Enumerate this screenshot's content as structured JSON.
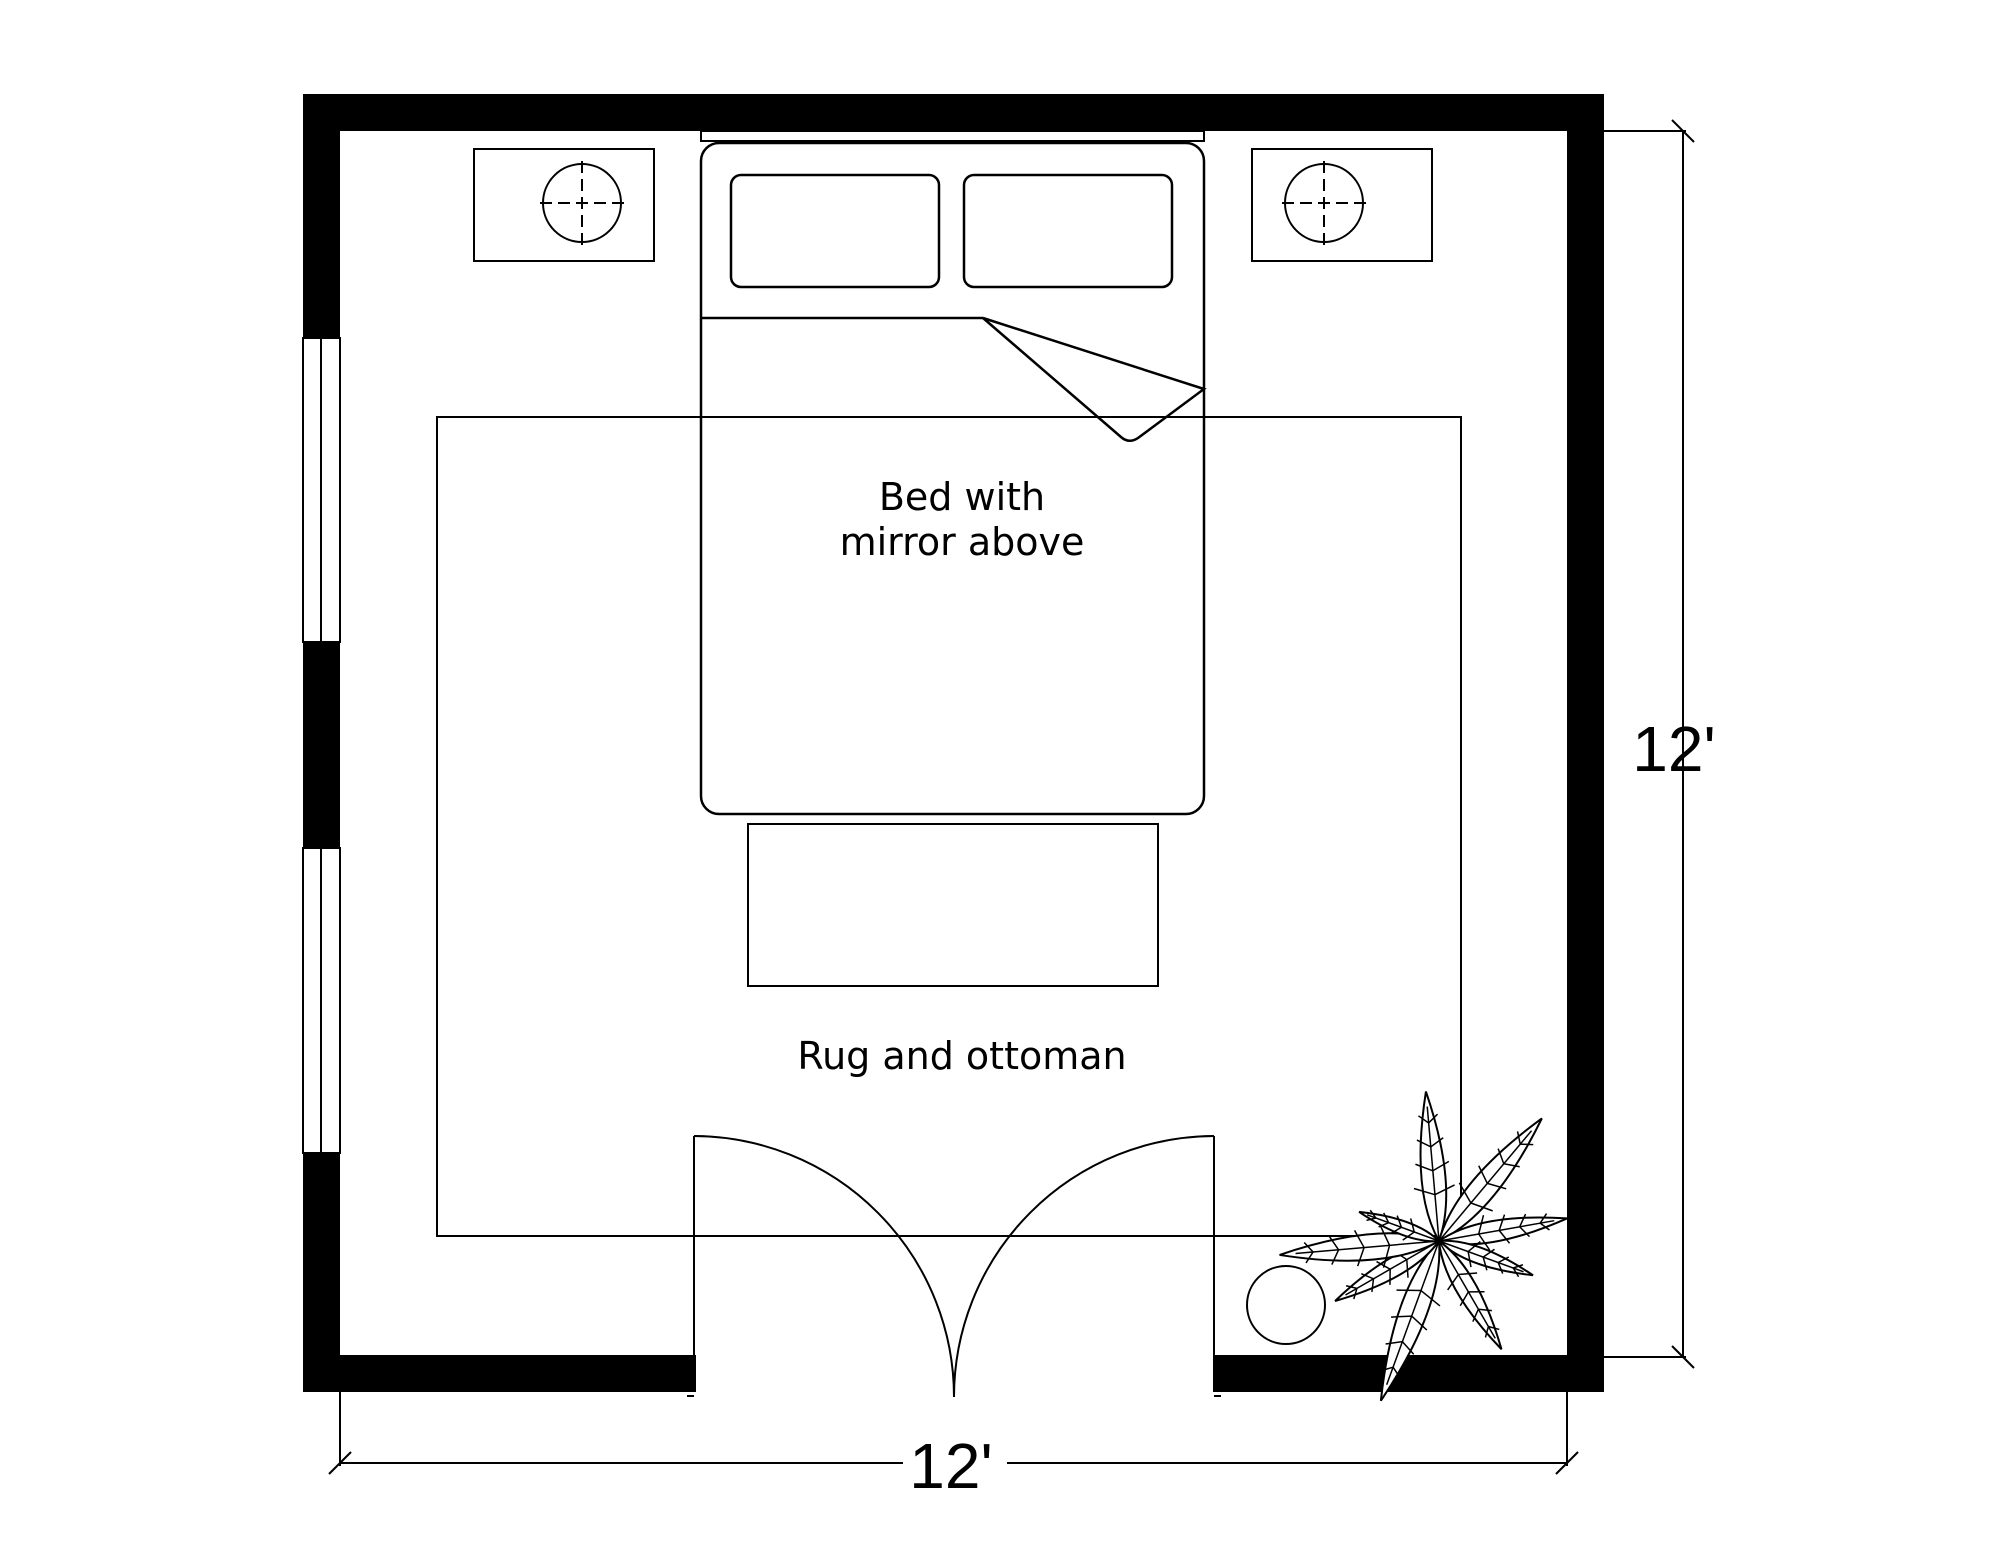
{
  "labels": {
    "bed": [
      "Bed with",
      "mirror above"
    ],
    "rug": "Rug and ottoman"
  },
  "dimensions": {
    "width": "12'",
    "height": "12'"
  },
  "colors": {
    "line": "#000000",
    "background": "#ffffff"
  },
  "icons": {
    "nightstand_lamp": "lamp-icon",
    "plant": "plant-icon",
    "side_table": "round-side-table"
  }
}
